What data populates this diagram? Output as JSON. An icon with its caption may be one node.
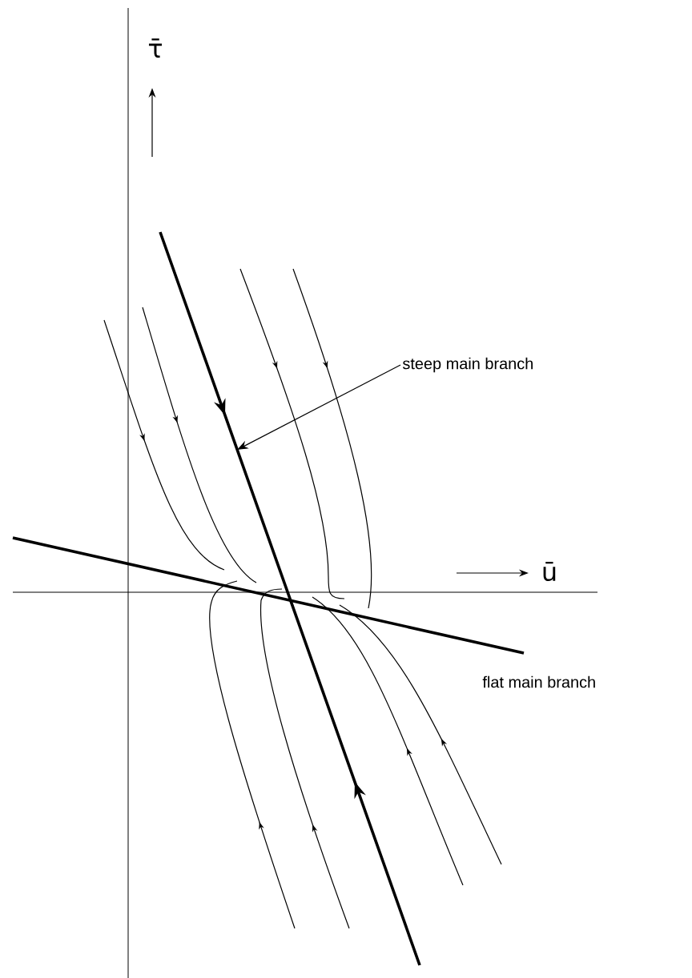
{
  "diagram": {
    "nodes": [
      {
        "text": [
          "steep main branch"
        ]
      },
      {
        "text": [],
        "shape": "line"
      },
      {
        "text": [],
        "shape": "line",
        "beside": [
          "flat main branch"
        ]
      }
    ],
    "edges": [
      {
        "from": 0,
        "to": 1,
        "arrow": "to"
      }
    ],
    "labels": [
      "τ̄",
      "ū"
    ]
  }
}
